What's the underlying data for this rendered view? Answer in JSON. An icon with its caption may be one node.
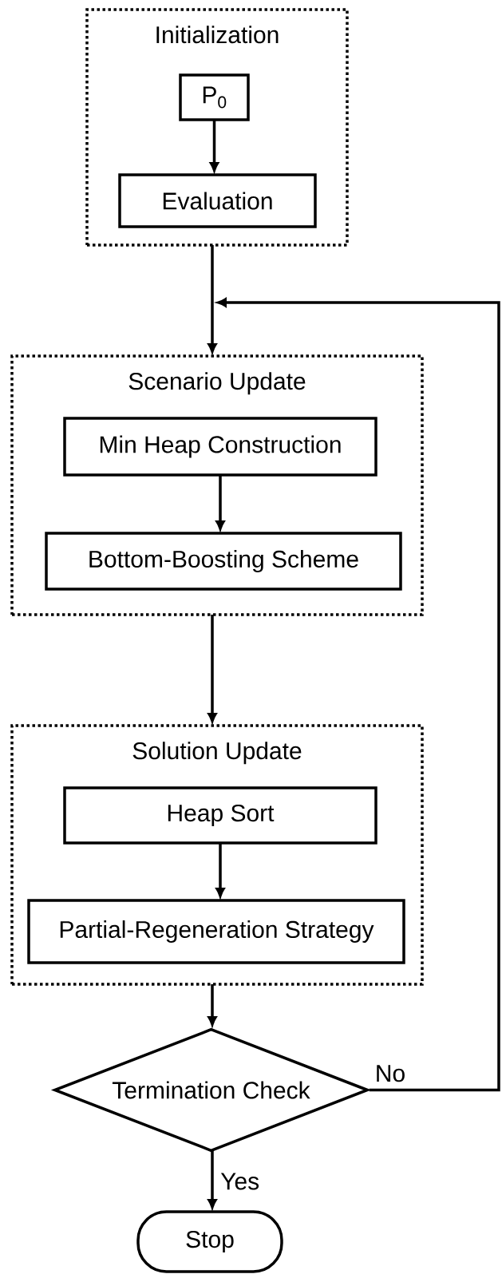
{
  "diagram": {
    "nodes": [
      {
        "text": [
          "Initialization"
        ]
      },
      {
        "text": [
          "P$_{0}$"
        ],
        "in": 0
      },
      {
        "text": [
          "Evaluation"
        ],
        "in": 0
      },
      {
        "text": [
          "Scenario Update"
        ]
      },
      {
        "text": [
          "Min Heap Construction"
        ],
        "in": 3
      },
      {
        "text": [
          "Bottom-Boosting Scheme"
        ],
        "in": 3
      },
      {
        "text": [
          "Solution Update"
        ]
      },
      {
        "text": [
          "Heap Sort"
        ],
        "in": 6
      },
      {
        "text": [
          "Partial-Regeneration Strategy"
        ],
        "in": 6
      },
      {
        "text": [
          "Termination Check"
        ]
      },
      {
        "text": [
          "Stop"
        ]
      }
    ],
    "edges": [
      {
        "from": 1,
        "to": 2,
        "arrow": "to"
      },
      {
        "from": 0,
        "to": 3,
        "arrow": "to"
      },
      {
        "from": 4,
        "to": 5,
        "arrow": "to"
      },
      {
        "from": 3,
        "to": 6,
        "arrow": "to"
      },
      {
        "from": 7,
        "to": 8,
        "arrow": "to"
      },
      {
        "from": 6,
        "to": 9,
        "arrow": "to"
      },
      {
        "from": 9,
        "to": 3,
        "arrow": "to",
        "label": "No"
      },
      {
        "from": 9,
        "to": 10,
        "arrow": "to",
        "label": "Yes"
      }
    ]
  }
}
